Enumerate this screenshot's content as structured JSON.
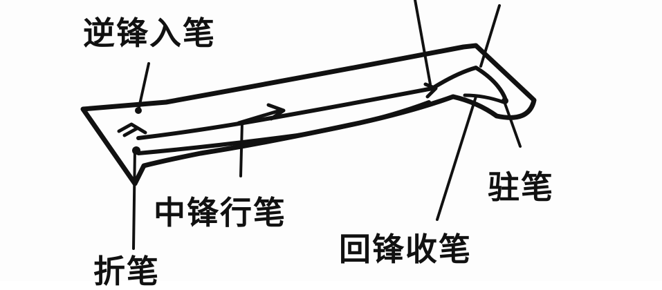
{
  "labels": {
    "reverse_entry": "逆锋入笔",
    "turn": "折笔",
    "center_tip": "中锋行笔",
    "pause": "驻笔",
    "return_close": "回锋收笔"
  },
  "colors": {
    "ink": "#111111",
    "paper": "#fdfdfd"
  }
}
